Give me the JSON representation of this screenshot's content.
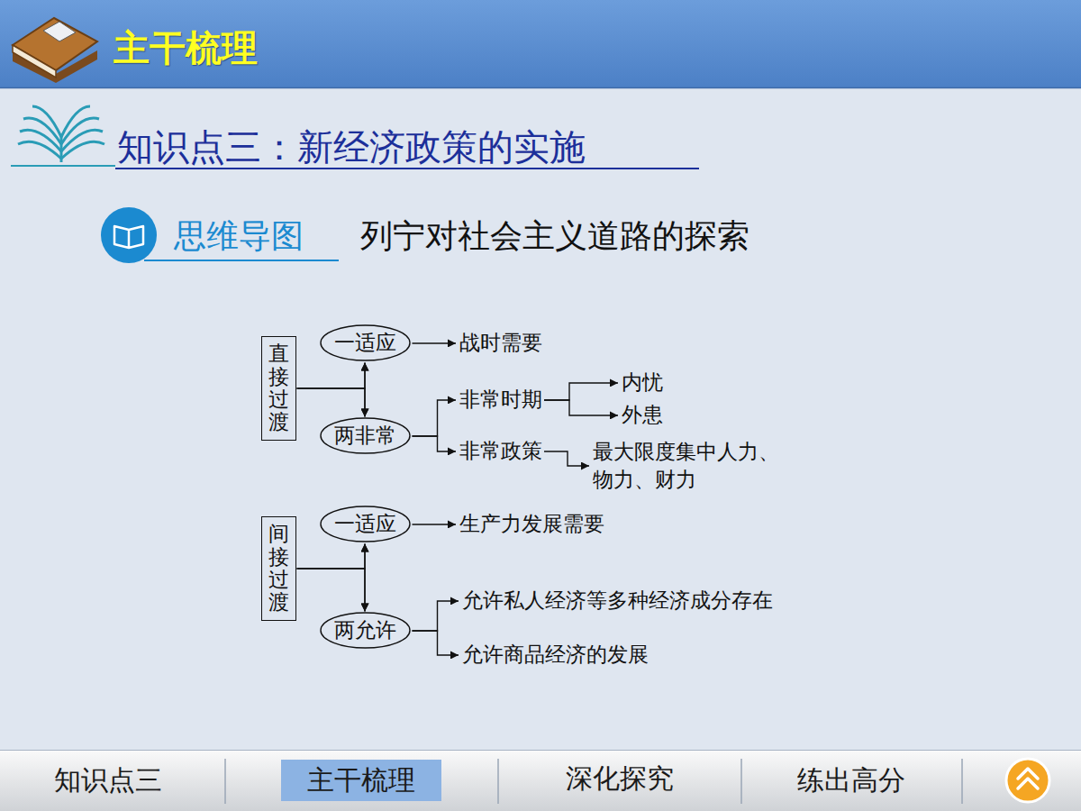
{
  "diagram": {
    "title": "主干梳理",
    "nodes": [
      {
        "text": [
          "直接过渡"
        ]
      },
      {
        "text": [
          "一适应"
        ]
      },
      {
        "text": [
          "战时需要"
        ]
      },
      {
        "text": [
          "两非常"
        ]
      },
      {
        "text": [
          "非常时期"
        ]
      },
      {
        "text": [
          "内忧"
        ]
      },
      {
        "text": [
          "外患"
        ]
      },
      {
        "text": [
          "非常政策"
        ]
      },
      {
        "text": [
          "最大限度集中人力、物力、财力"
        ]
      },
      {
        "text": [
          "间接过渡"
        ]
      },
      {
        "text": [
          "一适应"
        ]
      },
      {
        "text": [
          "生产力发展需要"
        ]
      },
      {
        "text": [
          "两允许"
        ]
      },
      {
        "text": [
          "允许私人经济等多种经济成分存在"
        ]
      },
      {
        "text": [
          "允许商品经济的发展"
        ]
      }
    ],
    "edges": [
      {
        "from": 0,
        "to": 1,
        "arrow": "to"
      },
      {
        "from": 0,
        "to": 3,
        "arrow": "to"
      },
      {
        "from": 1,
        "to": 3,
        "arrow": "both"
      },
      {
        "from": 1,
        "to": 2,
        "arrow": "to"
      },
      {
        "from": 3,
        "to": 4,
        "arrow": "to"
      },
      {
        "from": 3,
        "to": 7,
        "arrow": "to"
      },
      {
        "from": 4,
        "to": 5,
        "arrow": "to"
      },
      {
        "from": 4,
        "to": 6,
        "arrow": "to"
      },
      {
        "from": 7,
        "to": 8,
        "arrow": "to"
      },
      {
        "from": 9,
        "to": 10,
        "arrow": "to"
      },
      {
        "from": 9,
        "to": 12,
        "arrow": "to"
      },
      {
        "from": 10,
        "to": 12,
        "arrow": "both"
      },
      {
        "from": 10,
        "to": 11,
        "arrow": "to"
      },
      {
        "from": 12,
        "to": 13,
        "arrow": "to"
      },
      {
        "from": 12,
        "to": 14,
        "arrow": "to"
      }
    ],
    "labels": [
      "知识点三：新经济政策的实施",
      "思维导图",
      "列宁对社会主义道路的探索",
      "知识点三",
      "主干梳理",
      "深化探究",
      "练出高分"
    ]
  }
}
